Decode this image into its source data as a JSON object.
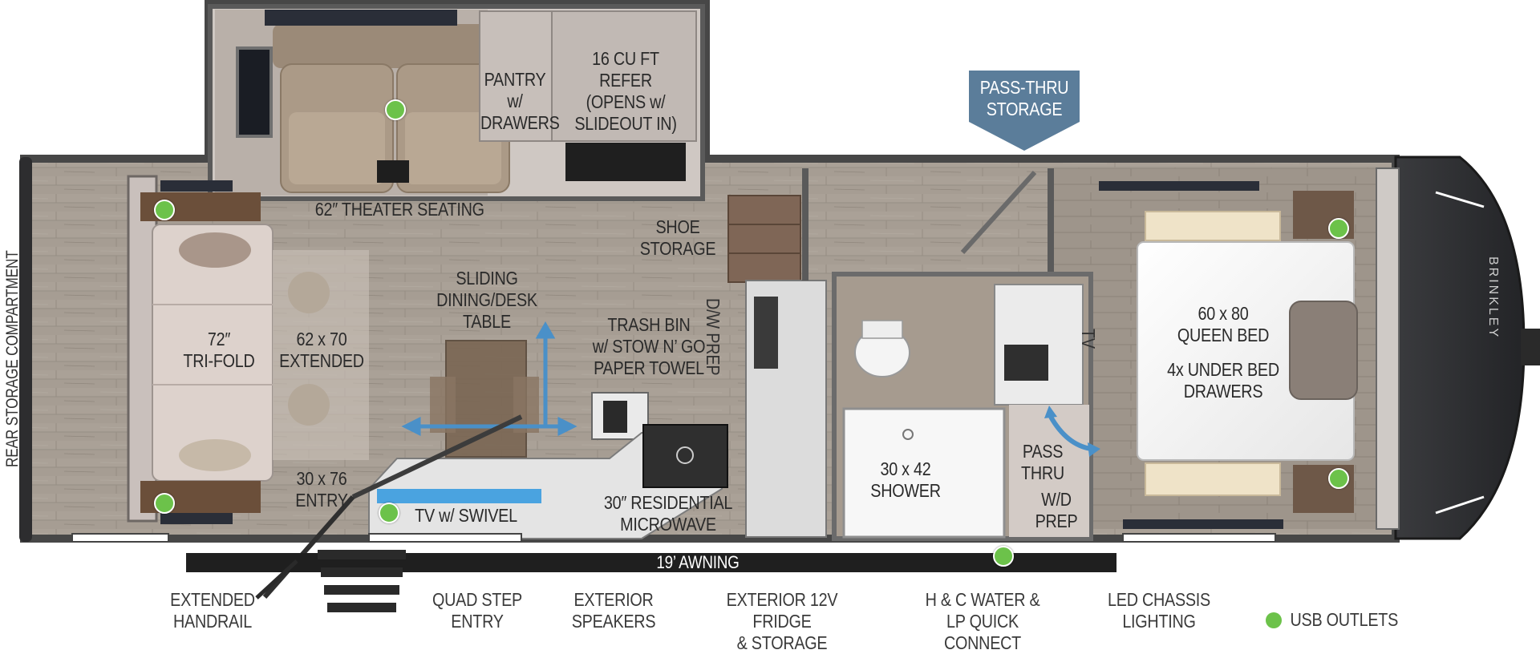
{
  "title": "",
  "labels": {
    "rear_storage": "REAR STORAGE COMPARTMENT",
    "theater_seating": "62″ THEATER SEATING",
    "pantry": "PANTRY\nw/\nDRAWERS",
    "refer": "16 CU FT\nREFER\n(OPENS w/\nSLIDEOUT IN)",
    "pass_thru_storage": "PASS-THRU\nSTORAGE",
    "shoe_storage": "SHOE\nSTORAGE",
    "sliding_table": "SLIDING\nDINING/DESK\nTABLE",
    "trash_bin": "TRASH BIN\nw/ STOW N’ GO\nPAPER TOWEL",
    "dw_prep": "D/W PREP",
    "trifold": "72″\nTRI-FOLD",
    "extended": "62 x 70\nEXTENDED",
    "entry_door": "30 x 76\nENTRY",
    "tv_swivel": "TV w/ SWIVEL",
    "microwave": "30″ RESIDENTIAL\nMICROWAVE",
    "shower": "30 x 42\nSHOWER",
    "pass_thru": "PASS\nTHRU",
    "wd_prep": "W/D\nPREP",
    "tv": "TV",
    "queen_bed": "60 x 80\nQUEEN BED",
    "under_bed": "4x UNDER BED\nDRAWERS",
    "brand": "BRINKLEY",
    "awning": "19’ AWNING"
  },
  "features": [
    {
      "key": "handrail",
      "text": "EXTENDED\nHANDRAIL"
    },
    {
      "key": "quad_step",
      "text": "QUAD STEP\nENTRY"
    },
    {
      "key": "speakers",
      "text": "EXTERIOR\nSPEAKERS"
    },
    {
      "key": "fridge",
      "text": "EXTERIOR 12V FRIDGE\n& STORAGE"
    },
    {
      "key": "water",
      "text": "H & C WATER &\nLP QUICK CONNECT"
    },
    {
      "key": "led",
      "text": "LED CHASSIS\nLIGHTING"
    }
  ],
  "legend": {
    "usb_label": "USB OUTLETS"
  },
  "usb_outlet_count": 7,
  "colors": {
    "floor": "#a8a096",
    "wall": "#4a4a4a",
    "cabinet": "#b8b0ab",
    "usb": "#6cc24a",
    "pass_thru_badge": "#5b7d9a",
    "front_cap": "#2e2f31",
    "wood": "#6e5a48",
    "blue_accent": "#4a90c8"
  }
}
